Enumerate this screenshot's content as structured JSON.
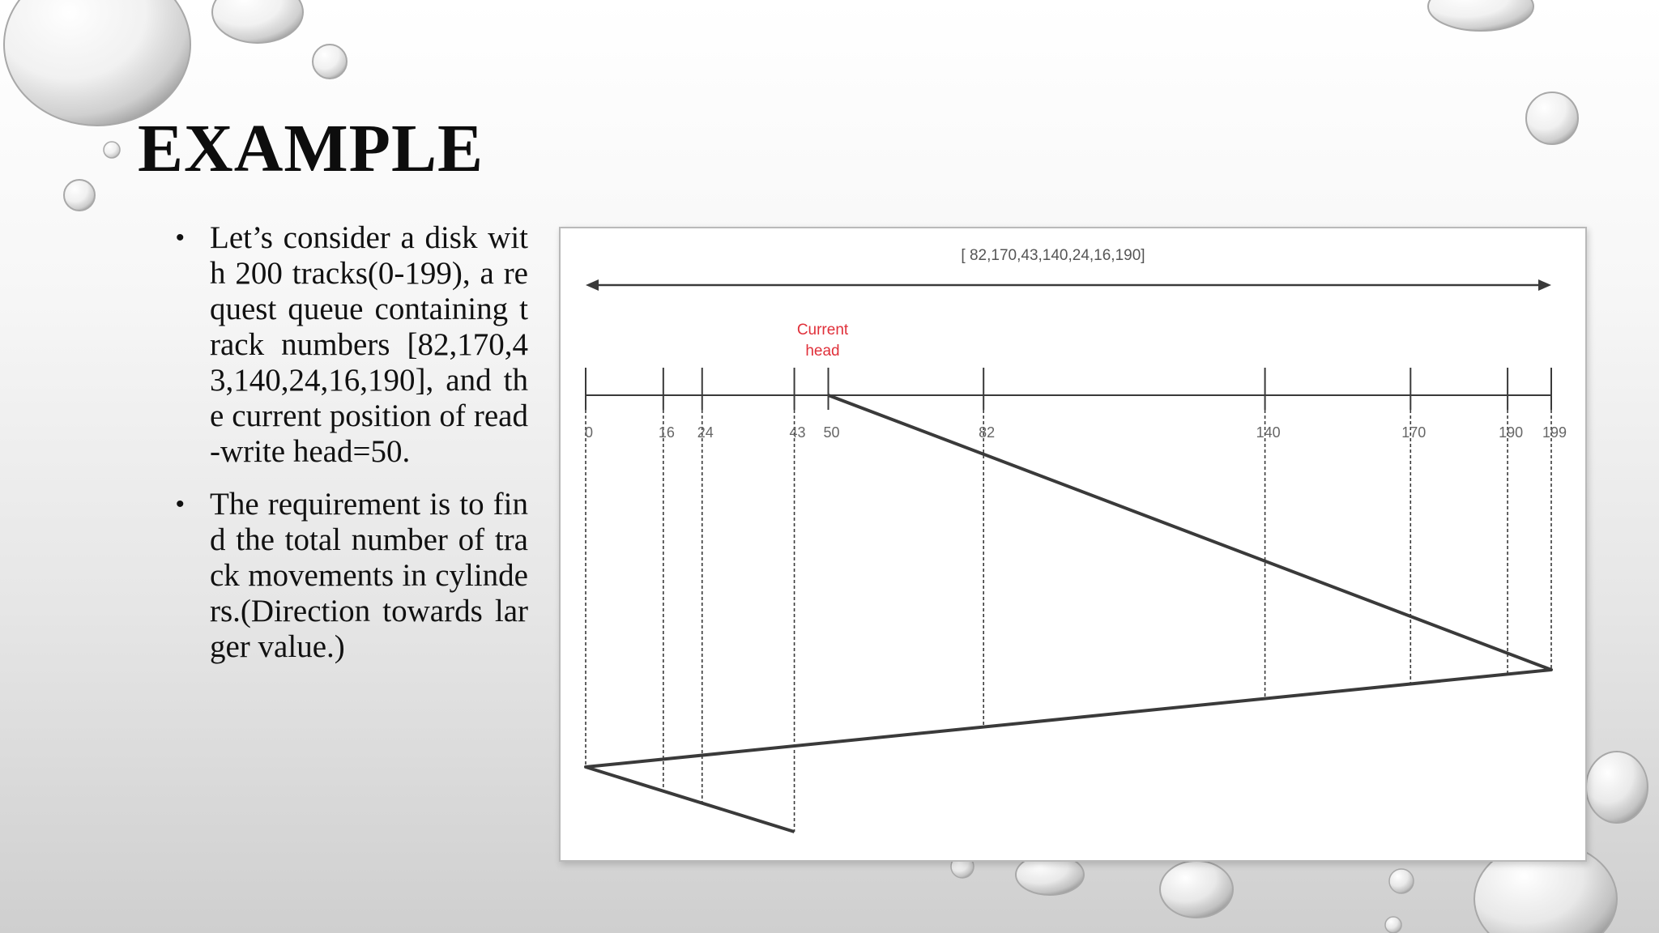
{
  "slide": {
    "title": "EXAMPLE",
    "bullets": [
      "Let’s consider a disk with 200 tracks(0-199), a request queue containing track numbers [82,170,43,140,24,16,190], and the current position of read-write head=50.",
      "The requirement is to find the total number of track movements in cylinders.(Direction towards larger value.)"
    ]
  },
  "diagram": {
    "queue_label": "[ 82,170,43,140,24,16,190]",
    "current_head_label": [
      "Current",
      "head"
    ],
    "colors": {
      "line": "#3a3a3a",
      "current_head": "#e0303a",
      "tick_label": "#666666"
    },
    "track_range": [
      0,
      199
    ],
    "track_ticks": [
      {
        "value": 0,
        "label": "0"
      },
      {
        "value": 16,
        "label": "16"
      },
      {
        "value": 24,
        "label": "24"
      },
      {
        "value": 43,
        "label": "43"
      },
      {
        "value": 50,
        "label": "50"
      },
      {
        "value": 82,
        "label": "82"
      },
      {
        "value": 140,
        "label": "140"
      },
      {
        "value": 170,
        "label": "170"
      },
      {
        "value": 190,
        "label": "190"
      },
      {
        "value": 199,
        "label": "199"
      }
    ],
    "head_path": [
      50,
      199,
      0,
      43
    ]
  }
}
